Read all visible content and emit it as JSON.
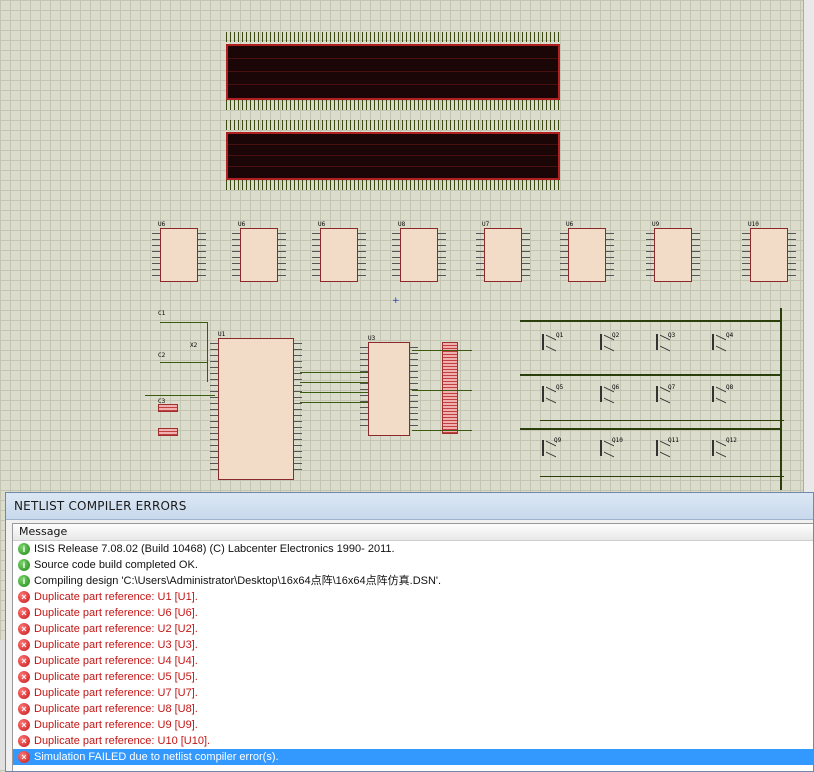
{
  "dialog": {
    "title": "NETLIST COMPILER ERRORS",
    "column_header": "Message",
    "messages": [
      {
        "type": "info",
        "icon": "info-icon",
        "text": "ISIS Release 7.08.02 (Build 10468) (C) Labcenter Electronics 1990- 2011."
      },
      {
        "type": "info",
        "icon": "info-icon",
        "text": "Source code build completed OK."
      },
      {
        "type": "info",
        "icon": "info-icon",
        "text": "Compiling design 'C:\\Users\\Administrator\\Desktop\\16x64点阵\\16x64点阵仿真.DSN'."
      },
      {
        "type": "error",
        "icon": "error-icon",
        "text": "Duplicate part reference: U1 [U1]."
      },
      {
        "type": "error",
        "icon": "error-icon",
        "text": "Duplicate part reference: U6 [U6]."
      },
      {
        "type": "error",
        "icon": "error-icon",
        "text": "Duplicate part reference: U2 [U2]."
      },
      {
        "type": "error",
        "icon": "error-icon",
        "text": "Duplicate part reference: U3 [U3]."
      },
      {
        "type": "error",
        "icon": "error-icon",
        "text": "Duplicate part reference: U4 [U4]."
      },
      {
        "type": "error",
        "icon": "error-icon",
        "text": "Duplicate part reference: U5 [U5]."
      },
      {
        "type": "error",
        "icon": "error-icon",
        "text": "Duplicate part reference: U7 [U7]."
      },
      {
        "type": "error",
        "icon": "error-icon",
        "text": "Duplicate part reference: U8 [U8]."
      },
      {
        "type": "error",
        "icon": "error-icon",
        "text": "Duplicate part reference: U9 [U9]."
      },
      {
        "type": "error",
        "icon": "error-icon",
        "text": "Duplicate part reference: U10 [U10]."
      },
      {
        "type": "error",
        "icon": "error-icon",
        "text": "Simulation FAILED due to netlist compiler error(s).",
        "selected": true
      }
    ]
  },
  "schematic": {
    "shift_registers": [
      "U6",
      "U6",
      "U6",
      "U8",
      "U7",
      "U6",
      "U9",
      "U10"
    ],
    "mcu_label": "U1",
    "crystal_label": "X2",
    "decoder_label": "U3",
    "transistors_row1": [
      "Q1",
      "Q2",
      "Q3",
      "Q4"
    ],
    "transistors_row2": [
      "Q5",
      "Q6",
      "Q7",
      "Q8"
    ],
    "transistors_row3": [
      "Q9",
      "Q10",
      "Q11",
      "Q12"
    ],
    "capacitor_labels": [
      "C1",
      "C2",
      "C3"
    ]
  },
  "colors": {
    "error_text": "#c41414",
    "selected_row": "#3399ff",
    "matrix_bg": "#1a0606",
    "matrix_border": "#b02020"
  }
}
